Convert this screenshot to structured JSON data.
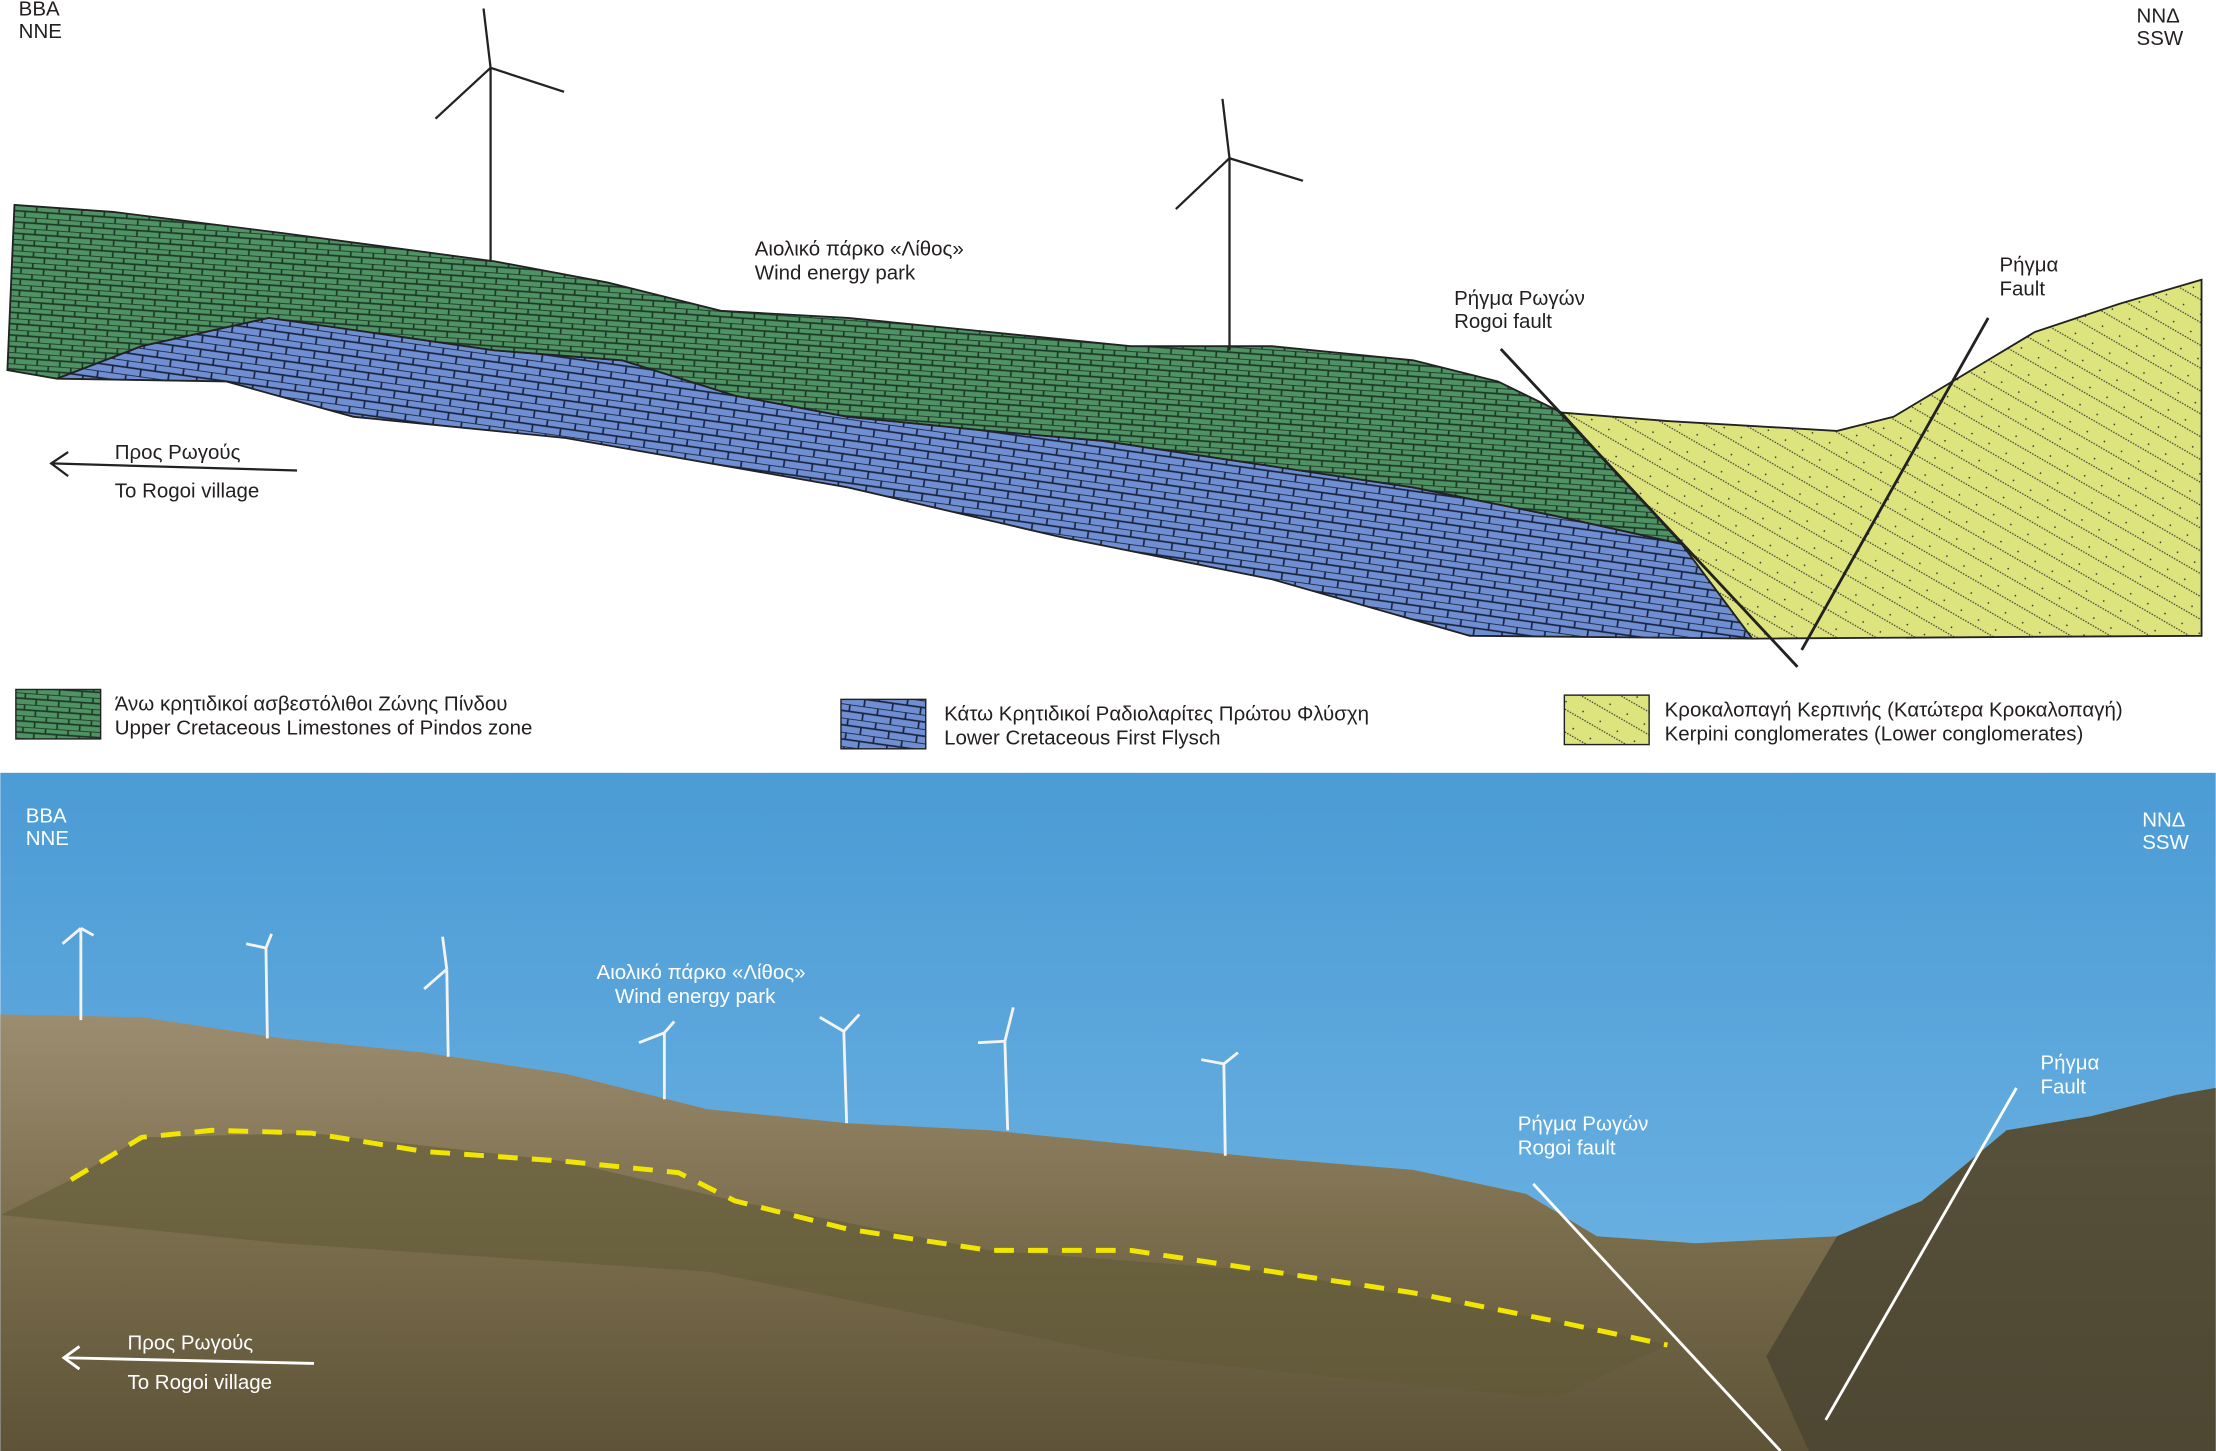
{
  "section": {
    "left_dir": [
      "ΒΒΑ",
      "NNE"
    ],
    "right_dir": [
      "ΝΝΔ",
      "SSW"
    ],
    "wind_park": [
      "Αιολικό πάρκο «Λίθος»",
      "Wind energy park"
    ],
    "rogoi_fault": [
      "Ρήγμα Ρωγών",
      "Rogoi fault"
    ],
    "fault": [
      "Ρήγμα",
      "Fault"
    ],
    "arrow_label": [
      "Προς Ρωγούς",
      "To Rogoi village"
    ]
  },
  "legend": [
    {
      "greek": "Άνω κρητιδικοί ασβεστόλιθοι Ζώνης Πίνδου",
      "english": "Upper Cretaceous Limestones of Pindos zone",
      "color": "#4f9264"
    },
    {
      "greek": "Κάτω Κρητιδικοί Ραδιολαρίτες Πρώτου Φλύσχη",
      "english": "Lower Cretaceous First Flysch",
      "color": "#6f8fd2"
    },
    {
      "greek": "Κροκαλοπαγή Κερπινής (Κατώτερα Κροκαλοπαγή)",
      "english": "Kerpini conglomerates (Lower conglomerates)",
      "color": "#dde47e"
    }
  ],
  "photo": {
    "left_dir": [
      "ΒΒΑ",
      "NNE"
    ],
    "right_dir": [
      "ΝΝΔ",
      "SSW"
    ],
    "wind_park": [
      "Αιολικό πάρκο «Λίθος»",
      "Wind energy park"
    ],
    "rogoi_fault": [
      "Ρήγμα Ρωγών",
      "Rogoi fault"
    ],
    "fault": [
      "Ρήγμα",
      "Fault"
    ],
    "arrow_label": [
      "Προς Ρωγούς",
      "To Rogoi village"
    ]
  }
}
